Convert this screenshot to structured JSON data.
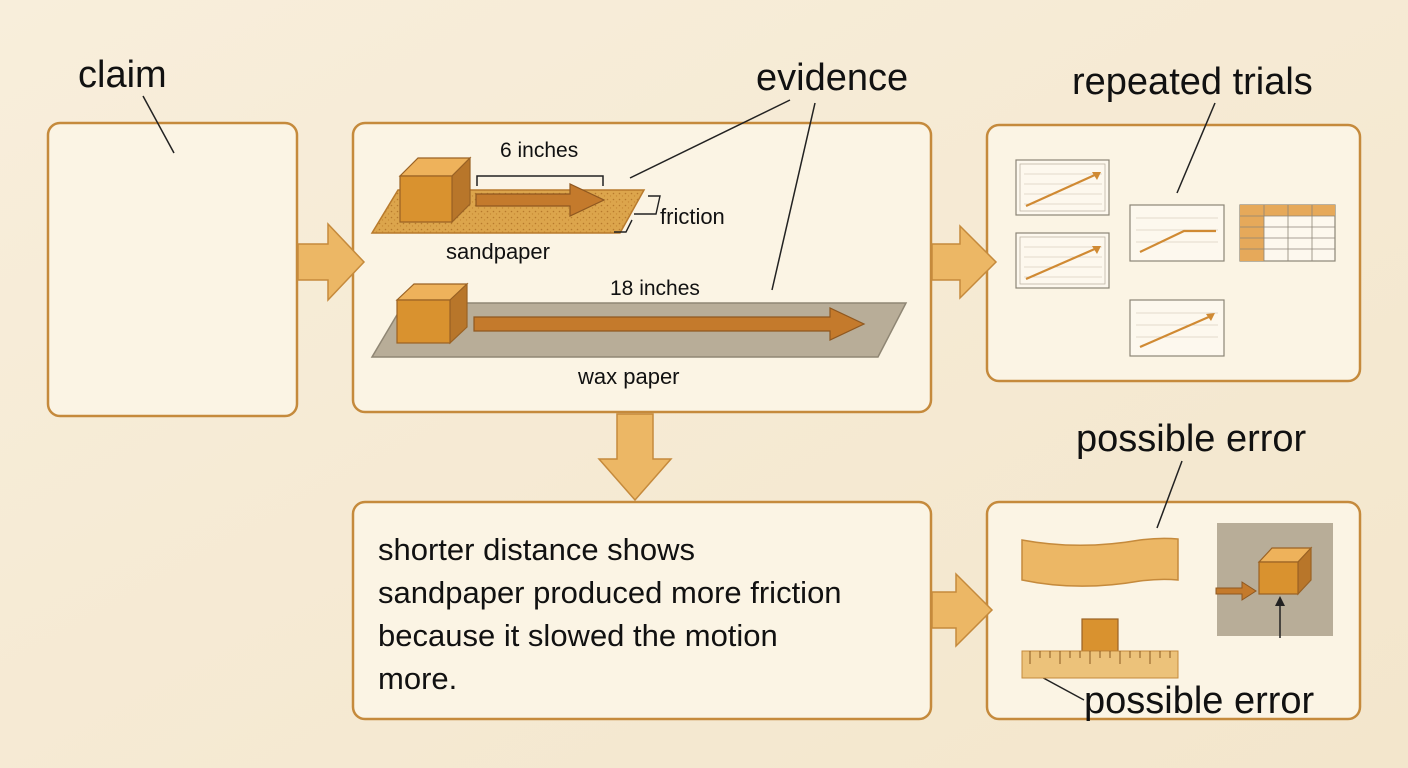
{
  "labels": {
    "claim": "claim",
    "evidence": "evidence",
    "repeated_trials": "repeated trials",
    "possible_error_top": "possible error",
    "possible_error_bottom": "possible error",
    "six_inches": "6 inches",
    "eighteen_inches": "18 inches",
    "friction": "friction",
    "sandpaper": "sandpaper",
    "wax_paper": "wax paper"
  },
  "conclusion": {
    "text": "shorter distance shows\nsandpaper produced more friction\nbecause it slowed the motion\nmore."
  },
  "colors": {
    "background": "#f6ecd8",
    "panel_fill": "#fbf4e4",
    "panel_border": "#c58a3c",
    "arrow_fill": "#ecb765",
    "block_fill": "#d9922f",
    "sandpaper_fill": "#dca54c",
    "wax_paper_fill": "#b8ad98",
    "text": "#111111"
  }
}
